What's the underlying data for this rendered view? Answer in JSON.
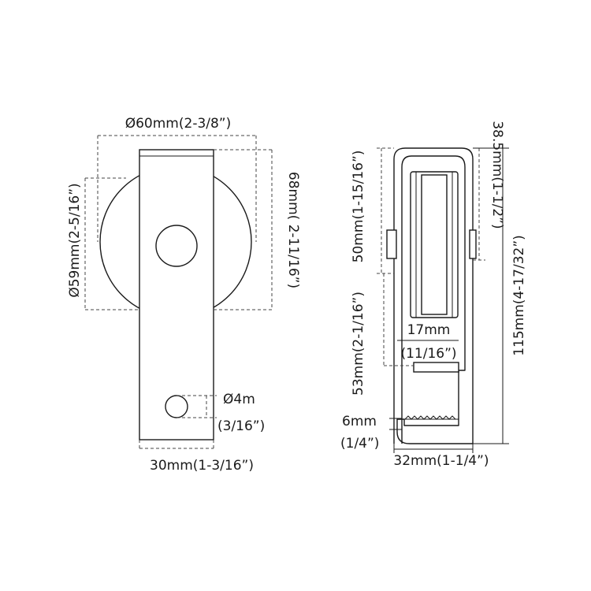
{
  "front_view": {
    "wheel_diameter": "Ø60mm(2-3/8”)",
    "wheel_height": "Ø59mm(2-5/16”)",
    "plate_height": "68mm( 2-11/16”)",
    "hole_diameter": "Ø4m",
    "hole_diameter_inch": "(3/16”)",
    "plate_width": "30mm(1-3/16”)"
  },
  "side_view": {
    "wheel_height": "50mm(1-15/16”)",
    "top_offset": "38.5mm(1-1/2”)",
    "overall_height": "115mm(4-17/32”)",
    "groove_width": "17mm",
    "groove_width_inch": "(11/16”)",
    "hook_height": "53mm(2-1/16”)",
    "hook_thickness": "6mm",
    "hook_thickness_inch": "(1/4”)",
    "base_width": "32mm(1-1/4”)"
  },
  "colors": {
    "line": "#1a1a1a",
    "dim": "#444444",
    "background": "#ffffff"
  }
}
